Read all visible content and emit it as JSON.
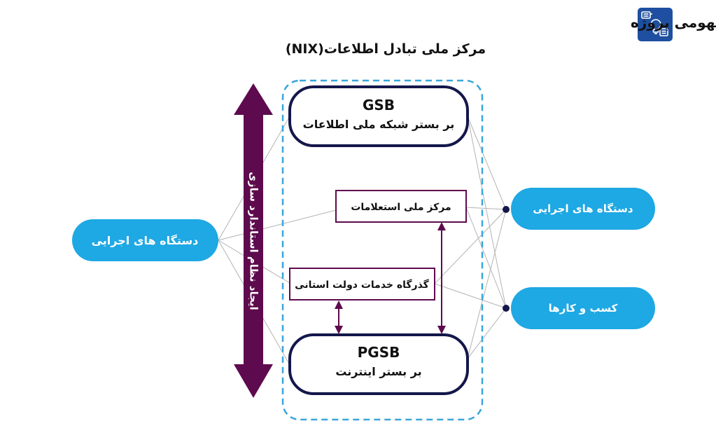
{
  "header": {
    "title": "مدل مفهومی پروژه",
    "icon": "idea-bulb-icon"
  },
  "diagram": {
    "container_title": "مرکز ملی تبادل اطلاعات(NIX)",
    "gsb": {
      "title": "GSB",
      "subtitle": "بر بستر شبکه ملی اطلاعات"
    },
    "pgsb": {
      "title": "PGSB",
      "subtitle": "بر بستر  اینترنت"
    },
    "inquiry_center": "مرکز ملی استعلامات",
    "provincial_gateway": "گذرگاه خدمات دولت استانی",
    "vertical_arrow_label": "ایجاد نظام استاندارد سازی",
    "left_node": "دستگاه های اجرایی",
    "right_node_top": "دستگاه های اجرایی",
    "right_node_bottom": "کسب و کارها"
  },
  "colors": {
    "navy": "#13174a",
    "purple": "#5e0a4e",
    "sky": "#1ea8e4",
    "dashed": "#3aa6dc",
    "header_tile": "#1e4fa0",
    "line_gray": "#b3b3b3"
  }
}
